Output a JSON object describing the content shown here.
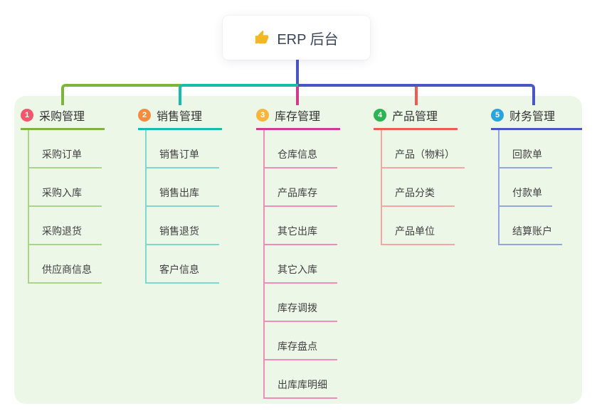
{
  "root": {
    "label": "ERP 后台",
    "icon": "thumbs-up-icon",
    "icon_color": "#f2b824"
  },
  "colors": {
    "panel_bg": "#edf7e8",
    "branch_lines": [
      "#7cb53e",
      "#16bcae",
      "#d23a90",
      "#ee5a55",
      "#4956c6"
    ],
    "branch_light_lines": [
      "#a9d489",
      "#7fd8cc",
      "#f08cbb",
      "#f5a6a2",
      "#92a5de"
    ],
    "badges": [
      "#f4566b",
      "#f68b3e",
      "#f9b53c",
      "#2eb353",
      "#2ba3dc"
    ],
    "root_connector": "#4956c6"
  },
  "branches": [
    {
      "number": "1",
      "title": "采购管理",
      "children": [
        "采购订单",
        "采购入库",
        "采购退货",
        "供应商信息"
      ]
    },
    {
      "number": "2",
      "title": "销售管理",
      "children": [
        "销售订单",
        "销售出库",
        "销售退货",
        "客户信息"
      ]
    },
    {
      "number": "3",
      "title": "库存管理",
      "children": [
        "仓库信息",
        "产品库存",
        "其它出库",
        "其它入库",
        "库存调拨",
        "库存盘点",
        "出库库明细"
      ]
    },
    {
      "number": "4",
      "title": "产品管理",
      "children": [
        "产品（物料）",
        "产品分类",
        "产品单位"
      ]
    },
    {
      "number": "5",
      "title": "财务管理",
      "children": [
        "回款单",
        "付款单",
        "结算账户"
      ]
    }
  ]
}
